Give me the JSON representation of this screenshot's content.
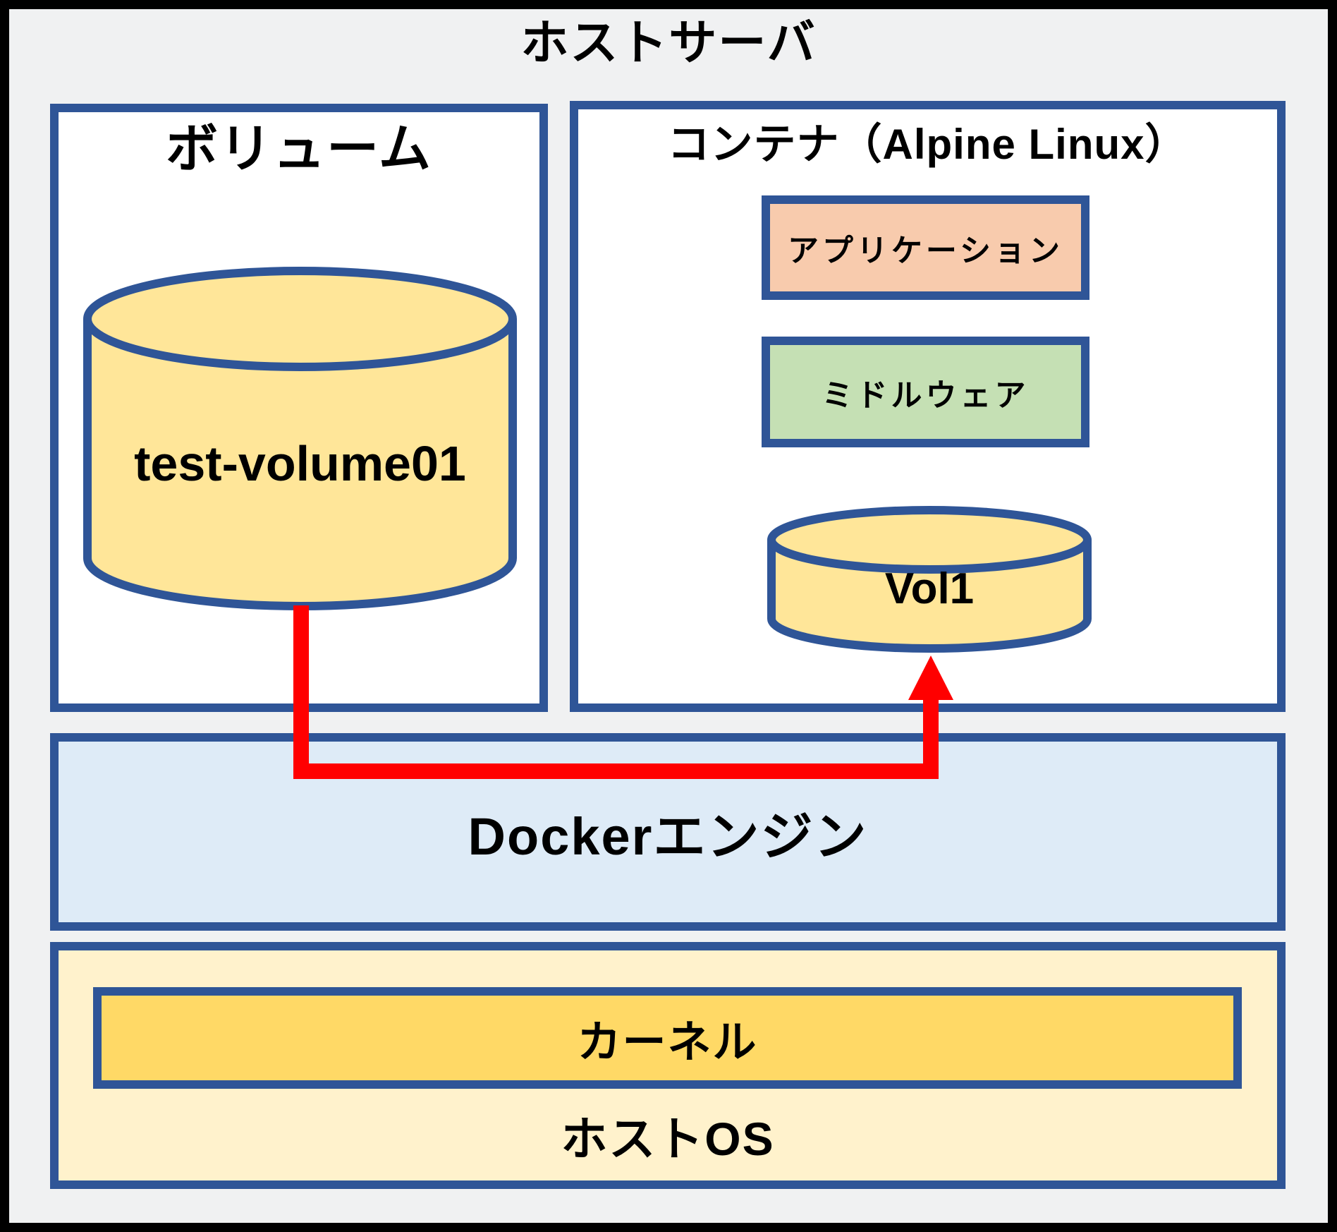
{
  "title": "ホストサーバ",
  "volume_section": {
    "title": "ボリューム",
    "volume_label": "test-volume01"
  },
  "container_section": {
    "title": "コンテナ（Alpine Linux）",
    "application_label": "アプリケーション",
    "middleware_label": "ミドルウェア",
    "volume_label": "Vol1"
  },
  "docker_engine_label": "Dockerエンジン",
  "host_os_section": {
    "kernel_label": "カーネル",
    "host_os_label": "ホストOS"
  },
  "colors": {
    "frame_black": "#000000",
    "background_gray": "#F0F1F2",
    "border_blue": "#2F5597",
    "box_white": "#FFFFFF",
    "cylinder_yellow": "#FFE699",
    "application_orange": "#F8CBAD",
    "middleware_green": "#C5E0B4",
    "docker_engine_blue": "#DEEBF7",
    "host_os_cream": "#FFF2CC",
    "kernel_yellow": "#FFD966",
    "connector_red": "#FF0000"
  }
}
